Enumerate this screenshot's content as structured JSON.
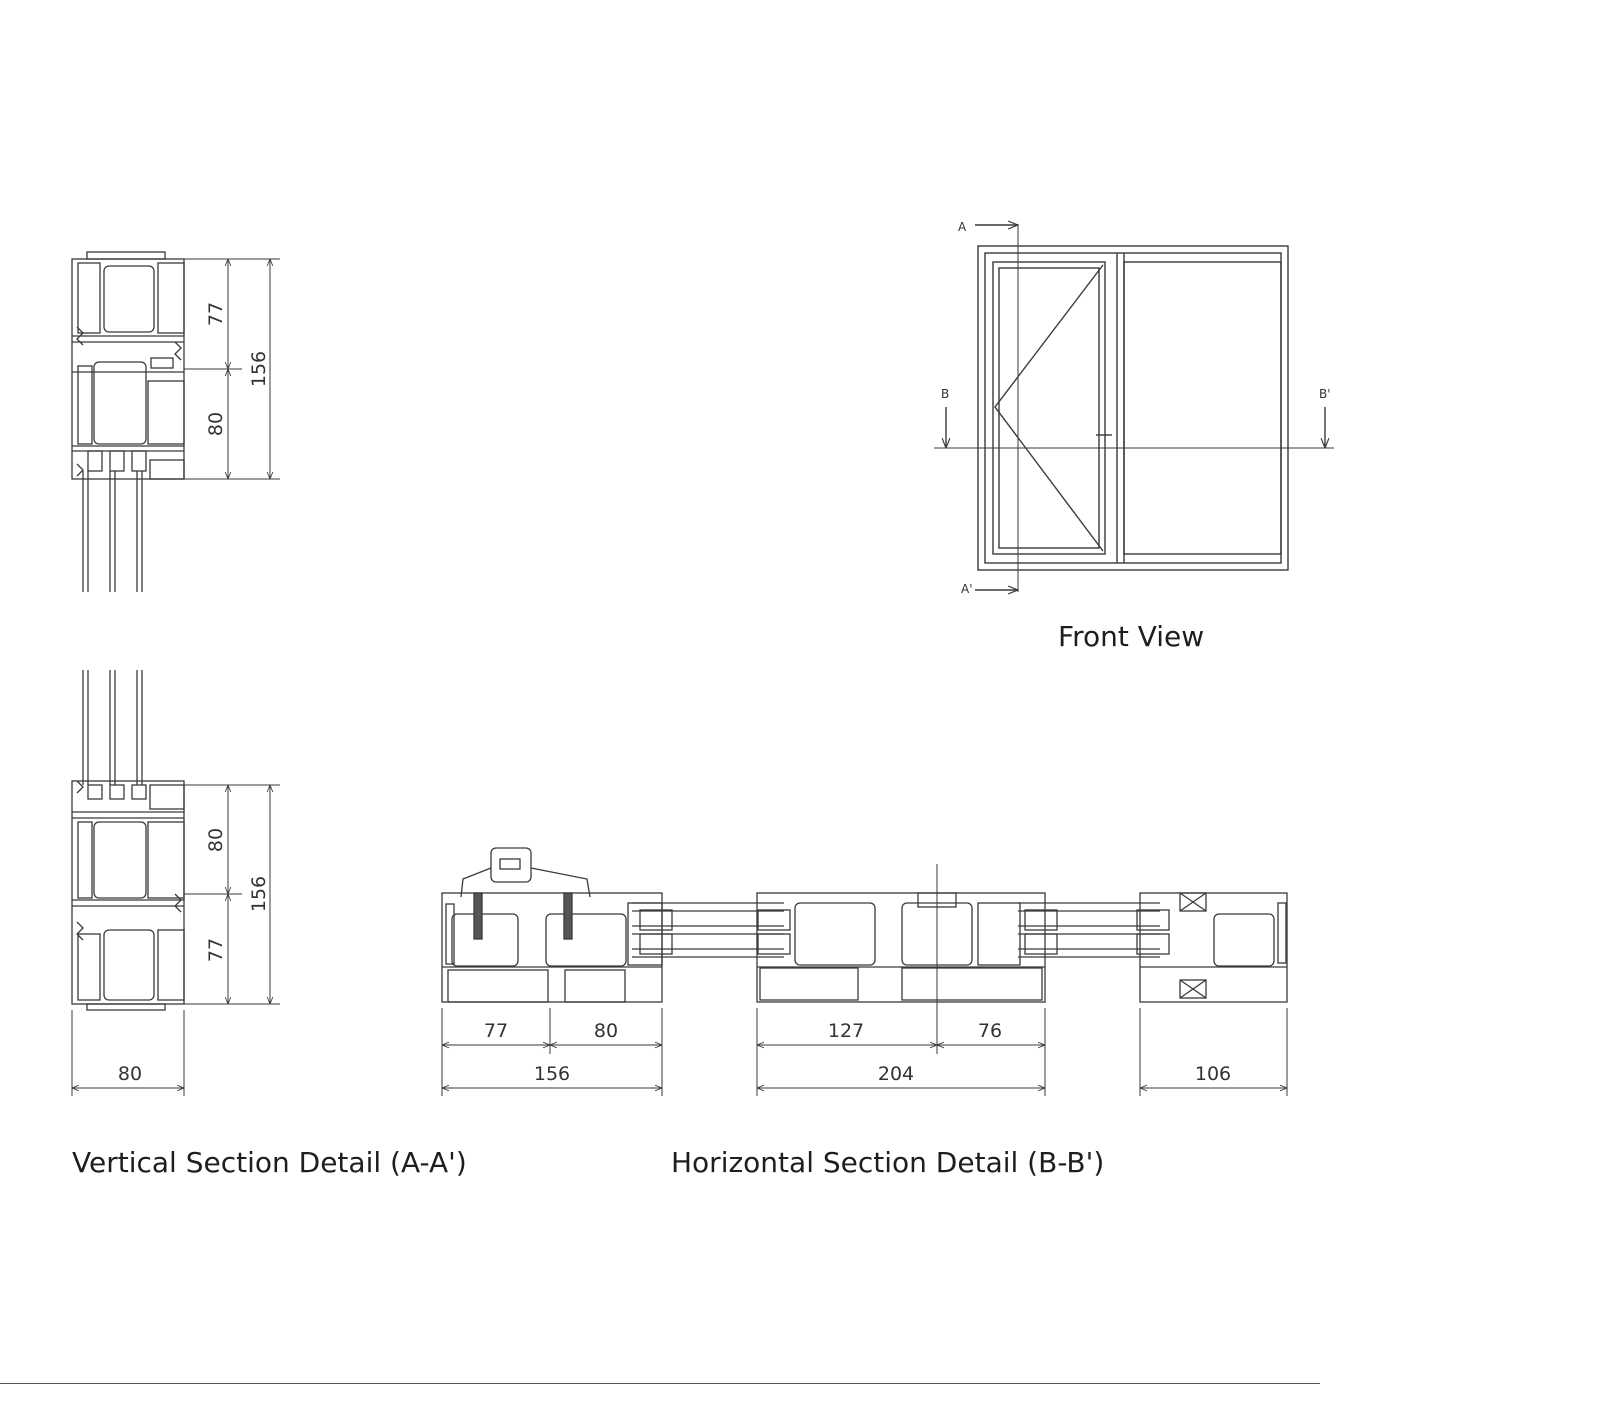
{
  "captions": {
    "front_view": "Front View",
    "vertical_section": "Vertical Section Detail (A-A')",
    "horizontal_section": "Horizontal Section Detail (B-B')"
  },
  "markers": {
    "a": "A",
    "a_prime": "A'",
    "b": "B",
    "b_prime": "B'"
  },
  "vertical_dims": {
    "top_upper": "77",
    "top_lower": "80",
    "top_total": "156",
    "bottom_upper": "80",
    "bottom_lower": "77",
    "bottom_total": "156",
    "width": "80"
  },
  "horizontal_dims": {
    "left_a": "77",
    "left_b": "80",
    "left_total": "156",
    "mid_a": "127",
    "mid_b": "76",
    "mid_total": "204",
    "right_total": "106"
  },
  "colors": {
    "line": "#3a3a3a",
    "text": "#333333",
    "rule": "#555555"
  }
}
